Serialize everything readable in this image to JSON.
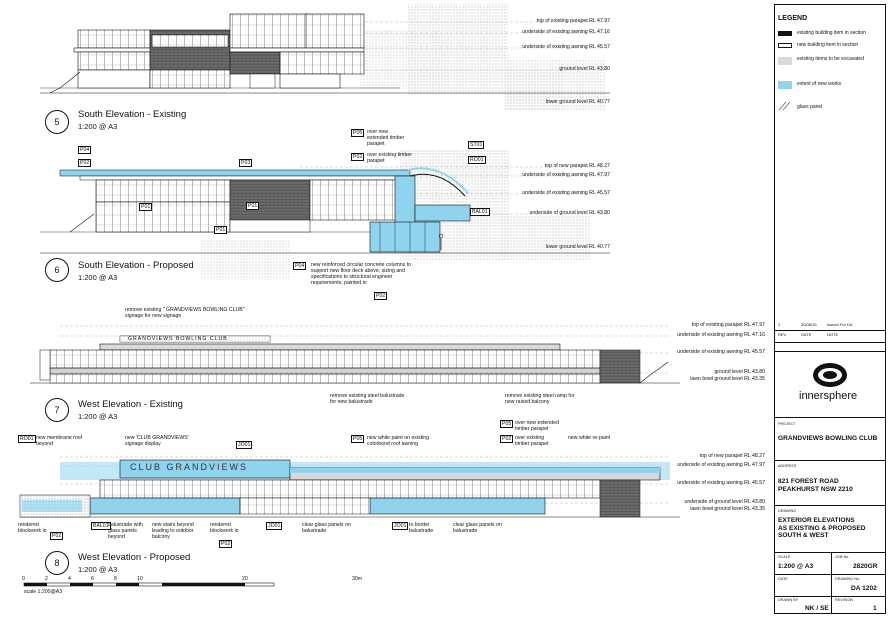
{
  "views": {
    "south_existing": {
      "number": "5",
      "title": "South Elevation - Existing",
      "scale": "1:200 @ A3"
    },
    "south_proposed": {
      "number": "6",
      "title": "South Elevation - Proposed",
      "scale": "1:200 @ A3"
    },
    "west_existing": {
      "number": "7",
      "title": "West Elevation - Existing",
      "scale": "1:200 @ A3"
    },
    "west_proposed": {
      "number": "8",
      "title": "West Elevation - Proposed",
      "scale": "1:200 @ A3"
    }
  },
  "levels_south_existing": [
    "top of existing parapet RL 47.97",
    "underside of existing awning RL 47.16",
    "underside of existing awning RL 45.57",
    "ground level RL 43.80",
    "lower ground level RL 40.77"
  ],
  "levels_south_proposed": [
    "top of new parapet RL 48.27",
    "underside of existing awning RL 47.97",
    "underside of existing awning RL 45.57",
    "underside of ground level RL 43.80",
    "lower ground level RL 40.77"
  ],
  "levels_west_existing": [
    "top of existing parapet RL 47.97",
    "underside of existing awning RL 47.16",
    "underside of existing awning RL 45.57",
    "ground level RL 43.80",
    "lawn bowl ground level RL 43.35"
  ],
  "levels_west_proposed": [
    "top of new parapet RL 48.27",
    "underside of existing awning RL 47.97",
    "underside of existing awning RL 45.57",
    "underside of ground level RL 43.80",
    "lawn bowl ground level RL 43.35"
  ],
  "tags": {
    "p05": "P05",
    "p02": "P02",
    "p04": "P04",
    "p03": "P03",
    "p01": "P01",
    "st01": "ST01",
    "roo1": "RO01",
    "bal01": "BAL01",
    "jo01": "JO01"
  },
  "notes": {
    "s6_p05": "over new extended timber parapet",
    "s6_p02": "over existing timber parapet",
    "s6_columns_a": "new reinforced circular concrete columns to support new floor deck above, sizing and specifications to structural engineer requirements, painted in",
    "w7_signage": "remove existing \" GRANDVIEWS BOWLING CLUB\" signage for new signage",
    "w7_balustrade": "remove existing steel balustrade for new balustrade",
    "w7_ramp": "remove existing steel ramp for new raised balcony",
    "w8_membrane": "new membrane roof beyond",
    "w8_signage": "new 'CLUB GRANDVIEWS' signage display",
    "w8_white_paint": "new white paint on existing colorbond roof awning",
    "w8_p05": "over new extended timber parapet",
    "w8_p02": "over existing timber parapet",
    "w8_repaint": "new white re-paint",
    "w8_rendered1": "rendered blockwork in",
    "w8_bal01": "balustrade with glass panels beyond",
    "w8_stairs": "new stairs beyond leading to outdoor balcony",
    "w8_rendered2": "rendered blockwork in",
    "w8_clear1": "clear glass panels on balustrade",
    "w8_border": "to border balustrade",
    "w8_clear2": "clear glass panels on balustrade",
    "w7_sign_text": "GRANDVIEWS BOWLING CLUB",
    "w8_sign_text": "CLUB GRANDVIEWS"
  },
  "scale_bar": {
    "ticks": [
      "0",
      "2",
      "4",
      "6",
      "8",
      "10",
      "20",
      "30m"
    ],
    "label": "scale   1:200@A3"
  },
  "title_block": {
    "legend_title": "LEGEND",
    "legend_items": [
      {
        "label": "existing building item in section",
        "color": "#111111"
      },
      {
        "label": "new building item in section",
        "color": "#ffffff"
      },
      {
        "label": "existing items to be excavated",
        "color": "#bdbdbd"
      },
      {
        "label": "extent of new works",
        "color": "#8fd3ee"
      },
      {
        "label": "glass panel",
        "color": "#ffffff"
      }
    ],
    "revision_row": {
      "rev": "1",
      "date": "30/08/15",
      "note": "Issued For DA"
    },
    "revision_headers": {
      "rev": "REV",
      "date": "DATE",
      "note": "NOTE"
    },
    "company": "innersphere",
    "project_caption": "PROJECT",
    "project": "GRANDVIEWS BOWLING CLUB",
    "address_caption": "ADDRESS",
    "address": "821 FOREST ROAD\nPEAKHURST NSW 2210",
    "drawing_caption": "DRAWING",
    "drawing": "EXTERIOR ELEVATIONS\nAS EXISTING & PROPOSED\nSOUTH & WEST",
    "scale_caption": "SCALE",
    "scale": "1:200 @ A3",
    "job_caption": "JOB No.",
    "job": "2820GR",
    "date_caption": "DATE",
    "date": "",
    "drawing_no_caption": "DRAWING No.",
    "drawing_no": "DA 1202",
    "drawn_caption": "DRAWN BY",
    "drawn": "NK / SE",
    "revision_caption": "REVISION",
    "revision": "1"
  },
  "colors": {
    "new_works": "#8fd3ee",
    "existing_dark": "#555555",
    "line": "#111111"
  }
}
